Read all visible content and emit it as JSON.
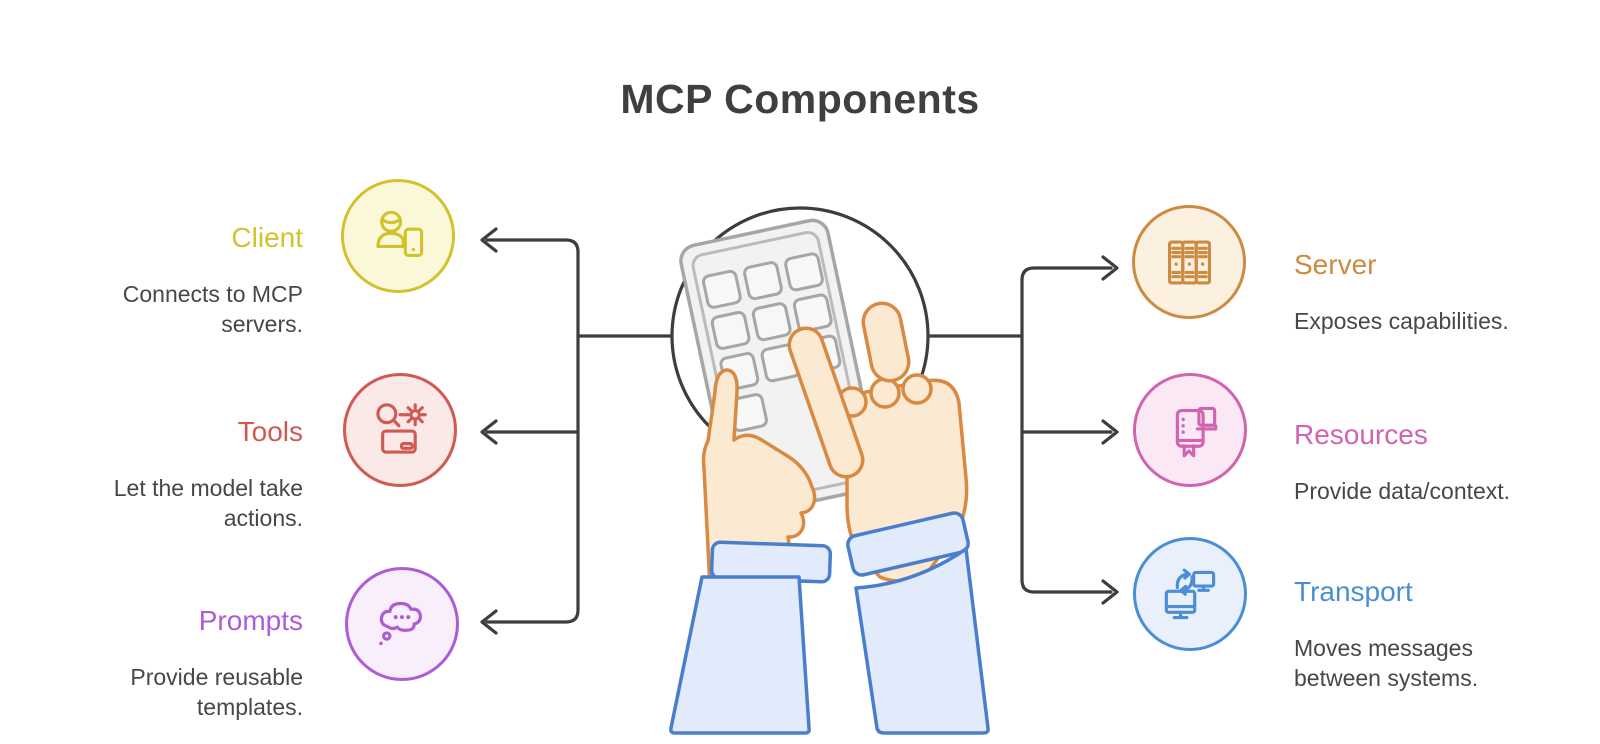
{
  "title": "MCP Components",
  "colors": {
    "title_text": "#3f3f3f",
    "body_text": "#474747",
    "connector": "#3d3d3d"
  },
  "illustration": {
    "name": "hands-using-phone",
    "colors": {
      "skin": "#fce9d2",
      "skin_outline": "#d88a43",
      "sleeve": "#e1ebfb",
      "sleeve_outline": "#4a7ecd",
      "phone": "#f2f2f2",
      "phone_outline": "#a6a6a6"
    }
  },
  "nodes": [
    {
      "id": "client",
      "side": "left",
      "label": "Client",
      "desc": "Connects to MCP\nservers.",
      "accent": "#d2c22d",
      "fill": "#fbf8da",
      "icon": "person-tablet-icon"
    },
    {
      "id": "tools",
      "side": "left",
      "label": "Tools",
      "desc": "Let the model take\nactions.",
      "accent": "#d05a52",
      "fill": "#fbe9e7",
      "icon": "search-gear-box-icon"
    },
    {
      "id": "prompts",
      "side": "left",
      "label": "Prompts",
      "desc": "Provide reusable\ntemplates.",
      "accent": "#ae5cd6",
      "fill": "#f9eefb",
      "icon": "thought-bubble-icon"
    },
    {
      "id": "server",
      "side": "right",
      "label": "Server",
      "desc": "Exposes capabilities.",
      "accent": "#cc8b40",
      "fill": "#fcf0e1",
      "icon": "server-racks-icon"
    },
    {
      "id": "resources",
      "side": "right",
      "label": "Resources",
      "desc": "Provide data/context.",
      "accent": "#d263b1",
      "fill": "#fae8f5",
      "icon": "books-icon"
    },
    {
      "id": "transport",
      "side": "right",
      "label": "Transport",
      "desc": "Moves messages\nbetween systems.",
      "accent": "#4b8ed5",
      "fill": "#e9effb",
      "icon": "monitors-sync-icon"
    }
  ]
}
